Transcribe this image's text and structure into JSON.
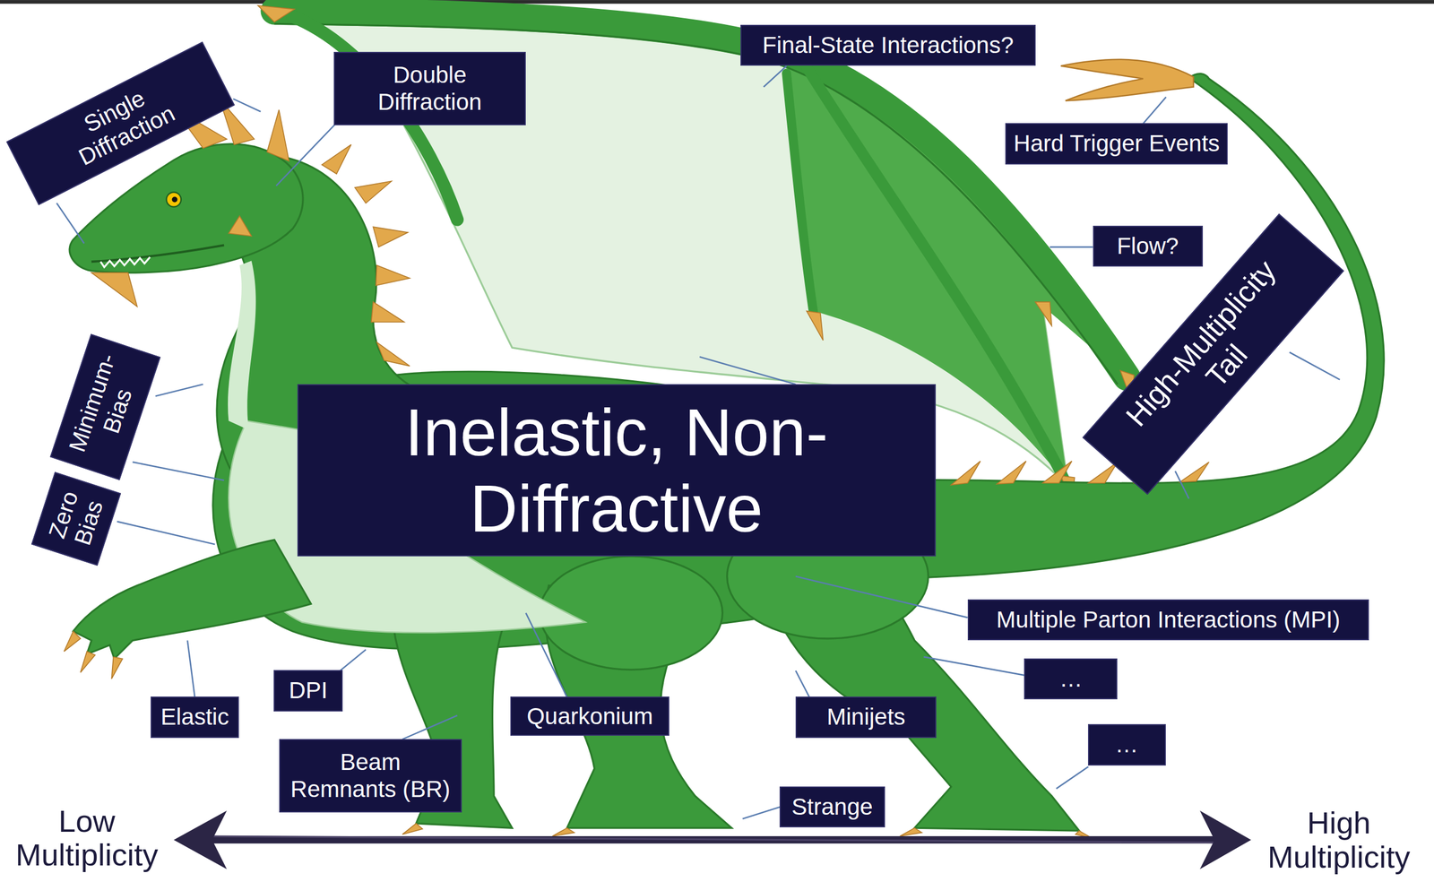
{
  "diagram": {
    "nodes": [
      {
        "text": [
          "Single Diffraction"
        ]
      },
      {
        "text": [
          "Double Diffraction"
        ]
      },
      {
        "text": [
          "Final-State Interactions?"
        ]
      },
      {
        "text": [
          "Hard Trigger Events"
        ]
      },
      {
        "text": [
          "Flow?"
        ]
      },
      {
        "text": [
          "High-Multiplicity Tail"
        ]
      },
      {
        "text": [
          "Minimum-Bias"
        ]
      },
      {
        "text": [
          "Inelastic, Non-Diffractive"
        ]
      },
      {
        "text": [
          "Zero Bias"
        ]
      },
      {
        "text": [
          "Multiple Parton Interactions (MPI)"
        ]
      },
      {
        "text": [
          "…"
        ]
      },
      {
        "text": [
          "DPI"
        ]
      },
      {
        "text": [
          "Elastic"
        ]
      },
      {
        "text": [
          "Quarkonium"
        ]
      },
      {
        "text": [
          "Minijets"
        ]
      },
      {
        "text": [
          "…"
        ]
      },
      {
        "text": [
          "Beam Remnants (BR)"
        ]
      },
      {
        "text": [
          "Strange"
        ]
      }
    ],
    "labels": [
      "Low Multiplicity",
      "High Multiplicity"
    ]
  }
}
